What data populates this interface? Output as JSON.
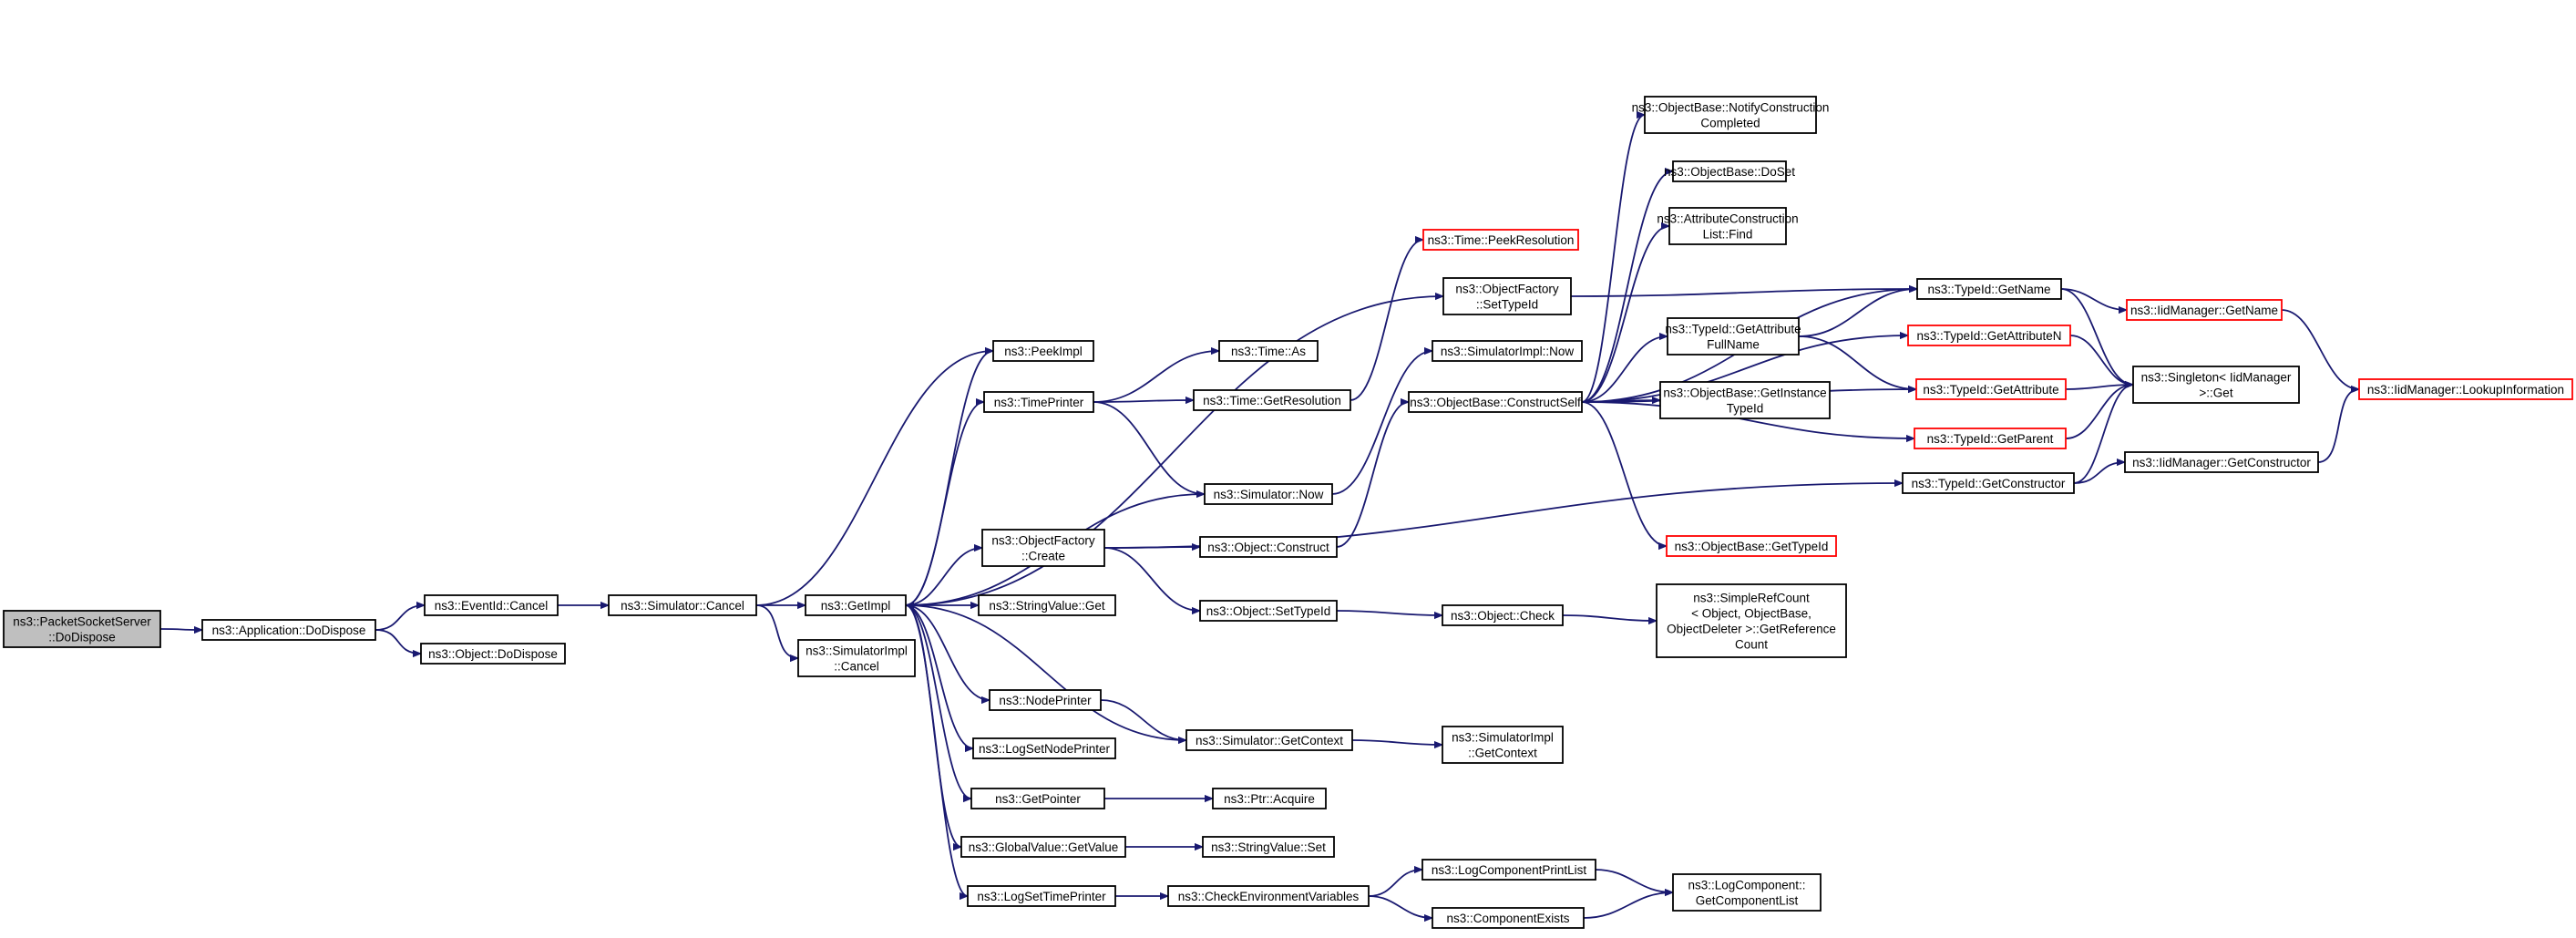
{
  "colors": {
    "edge": "#191970",
    "box": "#000000",
    "truncated": "#ff0000",
    "root_fill": "#bfbfbf"
  },
  "nodes": [
    {
      "id": "pss",
      "lines": [
        "ns3::PacketSocketServer",
        "::DoDispose"
      ],
      "root": true
    },
    {
      "id": "app",
      "lines": [
        "ns3::Application::DoDispose"
      ]
    },
    {
      "id": "evc",
      "lines": [
        "ns3::EventId::Cancel"
      ]
    },
    {
      "id": "odd",
      "lines": [
        "ns3::Object::DoDispose"
      ]
    },
    {
      "id": "simc",
      "lines": [
        "ns3::Simulator::Cancel"
      ]
    },
    {
      "id": "gi",
      "lines": [
        "ns3::GetImpl"
      ]
    },
    {
      "id": "sic",
      "lines": [
        "ns3::SimulatorImpl",
        "::Cancel"
      ]
    },
    {
      "id": "pi",
      "lines": [
        "ns3::PeekImpl"
      ]
    },
    {
      "id": "tp",
      "lines": [
        "ns3::TimePrinter"
      ]
    },
    {
      "id": "ofc",
      "lines": [
        "ns3::ObjectFactory",
        "::Create"
      ]
    },
    {
      "id": "svg",
      "lines": [
        "ns3::StringValue::Get"
      ]
    },
    {
      "id": "np",
      "lines": [
        "ns3::NodePrinter"
      ]
    },
    {
      "id": "lsnp",
      "lines": [
        "ns3::LogSetNodePrinter"
      ]
    },
    {
      "id": "gp",
      "lines": [
        "ns3::GetPointer"
      ]
    },
    {
      "id": "gvg",
      "lines": [
        "ns3::GlobalValue::GetValue"
      ]
    },
    {
      "id": "lstp",
      "lines": [
        "ns3::LogSetTimePrinter"
      ]
    },
    {
      "id": "tas",
      "lines": [
        "ns3::Time::As"
      ]
    },
    {
      "id": "tgr",
      "lines": [
        "ns3::Time::GetResolution"
      ]
    },
    {
      "id": "sn",
      "lines": [
        "ns3::Simulator::Now"
      ]
    },
    {
      "id": "oc",
      "lines": [
        "ns3::Object::Construct"
      ]
    },
    {
      "id": "osti",
      "lines": [
        "ns3::Object::SetTypeId"
      ]
    },
    {
      "id": "sgc",
      "lines": [
        "ns3::Simulator::GetContext"
      ]
    },
    {
      "id": "pa",
      "lines": [
        "ns3::Ptr::Acquire"
      ]
    },
    {
      "id": "svs",
      "lines": [
        "ns3::StringValue::Set"
      ]
    },
    {
      "id": "cev",
      "lines": [
        "ns3::CheckEnvironmentVariables"
      ]
    },
    {
      "id": "tpr",
      "lines": [
        "ns3::Time::PeekResolution"
      ],
      "red": true
    },
    {
      "id": "ofst",
      "lines": [
        "ns3::ObjectFactory",
        "::SetTypeId"
      ]
    },
    {
      "id": "sin",
      "lines": [
        "ns3::SimulatorImpl::Now"
      ]
    },
    {
      "id": "obcs",
      "lines": [
        "ns3::ObjectBase::ConstructSelf"
      ]
    },
    {
      "id": "ochk",
      "lines": [
        "ns3::Object::Check"
      ]
    },
    {
      "id": "sigc",
      "lines": [
        "ns3::SimulatorImpl",
        "::GetContext"
      ]
    },
    {
      "id": "lcpl",
      "lines": [
        "ns3::LogComponentPrintList"
      ]
    },
    {
      "id": "ce",
      "lines": [
        "ns3::ComponentExists"
      ]
    },
    {
      "id": "obnc",
      "lines": [
        "ns3::ObjectBase::NotifyConstruction",
        "Completed"
      ]
    },
    {
      "id": "obds",
      "lines": [
        "ns3::ObjectBase::DoSet"
      ]
    },
    {
      "id": "aclf",
      "lines": [
        "ns3::AttributeConstruction",
        "List::Find"
      ]
    },
    {
      "id": "tgafn",
      "lines": [
        "ns3::TypeId::GetAttribute",
        "FullName"
      ]
    },
    {
      "id": "obgit",
      "lines": [
        "ns3::ObjectBase::GetInstance",
        "TypeId"
      ]
    },
    {
      "id": "obgt",
      "lines": [
        "ns3::ObjectBase::GetTypeId"
      ],
      "red": true
    },
    {
      "id": "src",
      "lines": [
        "ns3::SimpleRefCount",
        "< Object, ObjectBase,",
        "ObjectDeleter >::GetReference",
        "Count"
      ]
    },
    {
      "id": "lcgcl",
      "lines": [
        "ns3::LogComponent::",
        "GetComponentList"
      ]
    },
    {
      "id": "tgn",
      "lines": [
        "ns3::TypeId::GetName"
      ]
    },
    {
      "id": "tgan",
      "lines": [
        "ns3::TypeId::GetAttributeN"
      ],
      "red": true
    },
    {
      "id": "tga",
      "lines": [
        "ns3::TypeId::GetAttribute"
      ],
      "red": true
    },
    {
      "id": "tgpar",
      "lines": [
        "ns3::TypeId::GetParent"
      ],
      "red": true
    },
    {
      "id": "tgc",
      "lines": [
        "ns3::TypeId::GetConstructor"
      ]
    },
    {
      "id": "imgn",
      "lines": [
        "ns3::IidManager::GetName"
      ],
      "red": true
    },
    {
      "id": "sg",
      "lines": [
        "ns3::Singleton< IidManager",
        ">::Get"
      ]
    },
    {
      "id": "imgc",
      "lines": [
        "ns3::IidManager::GetConstructor"
      ]
    },
    {
      "id": "imli",
      "lines": [
        "ns3::IidManager::LookupInformation"
      ],
      "red": true
    }
  ],
  "edges": [
    [
      "pss",
      "app"
    ],
    [
      "app",
      "evc"
    ],
    [
      "app",
      "odd"
    ],
    [
      "evc",
      "simc"
    ],
    [
      "simc",
      "gi"
    ],
    [
      "simc",
      "sic"
    ],
    [
      "simc",
      "pi"
    ],
    [
      "gi",
      "pi"
    ],
    [
      "gi",
      "tp"
    ],
    [
      "gi",
      "ofc"
    ],
    [
      "gi",
      "svg"
    ],
    [
      "gi",
      "np"
    ],
    [
      "gi",
      "lsnp"
    ],
    [
      "gi",
      "gp"
    ],
    [
      "gi",
      "gvg"
    ],
    [
      "gi",
      "lstp"
    ],
    [
      "tp",
      "tas"
    ],
    [
      "tp",
      "tgr"
    ],
    [
      "tp",
      "sn"
    ],
    [
      "sn",
      "gi"
    ],
    [
      "sn",
      "sin"
    ],
    [
      "tgr",
      "tpr"
    ],
    [
      "gi",
      "ofst"
    ],
    [
      "ofc",
      "oc"
    ],
    [
      "ofc",
      "osti"
    ],
    [
      "ofc",
      "tgc"
    ],
    [
      "oc",
      "obcs"
    ],
    [
      "osti",
      "ochk"
    ],
    [
      "ochk",
      "src"
    ],
    [
      "np",
      "sgc"
    ],
    [
      "sgc",
      "gi"
    ],
    [
      "sgc",
      "sigc"
    ],
    [
      "gp",
      "pa"
    ],
    [
      "gvg",
      "svs"
    ],
    [
      "lstp",
      "cev"
    ],
    [
      "cev",
      "lcpl"
    ],
    [
      "cev",
      "ce"
    ],
    [
      "lcpl",
      "lcgcl"
    ],
    [
      "ce",
      "lcgcl"
    ],
    [
      "ofst",
      "tgn"
    ],
    [
      "obcs",
      "obnc"
    ],
    [
      "obcs",
      "obds"
    ],
    [
      "obcs",
      "aclf"
    ],
    [
      "obcs",
      "tgafn"
    ],
    [
      "obcs",
      "obgit"
    ],
    [
      "obcs",
      "obgt"
    ],
    [
      "obcs",
      "tgn"
    ],
    [
      "obcs",
      "tgan"
    ],
    [
      "obcs",
      "tga"
    ],
    [
      "obcs",
      "tgpar"
    ],
    [
      "tgafn",
      "tgn"
    ],
    [
      "tgafn",
      "tga"
    ],
    [
      "tgn",
      "imgn"
    ],
    [
      "tgn",
      "sg"
    ],
    [
      "tgan",
      "sg"
    ],
    [
      "tga",
      "sg"
    ],
    [
      "tgpar",
      "sg"
    ],
    [
      "tgc",
      "sg"
    ],
    [
      "tgc",
      "imgc"
    ],
    [
      "imgc",
      "imli"
    ],
    [
      "imgn",
      "imli"
    ]
  ]
}
